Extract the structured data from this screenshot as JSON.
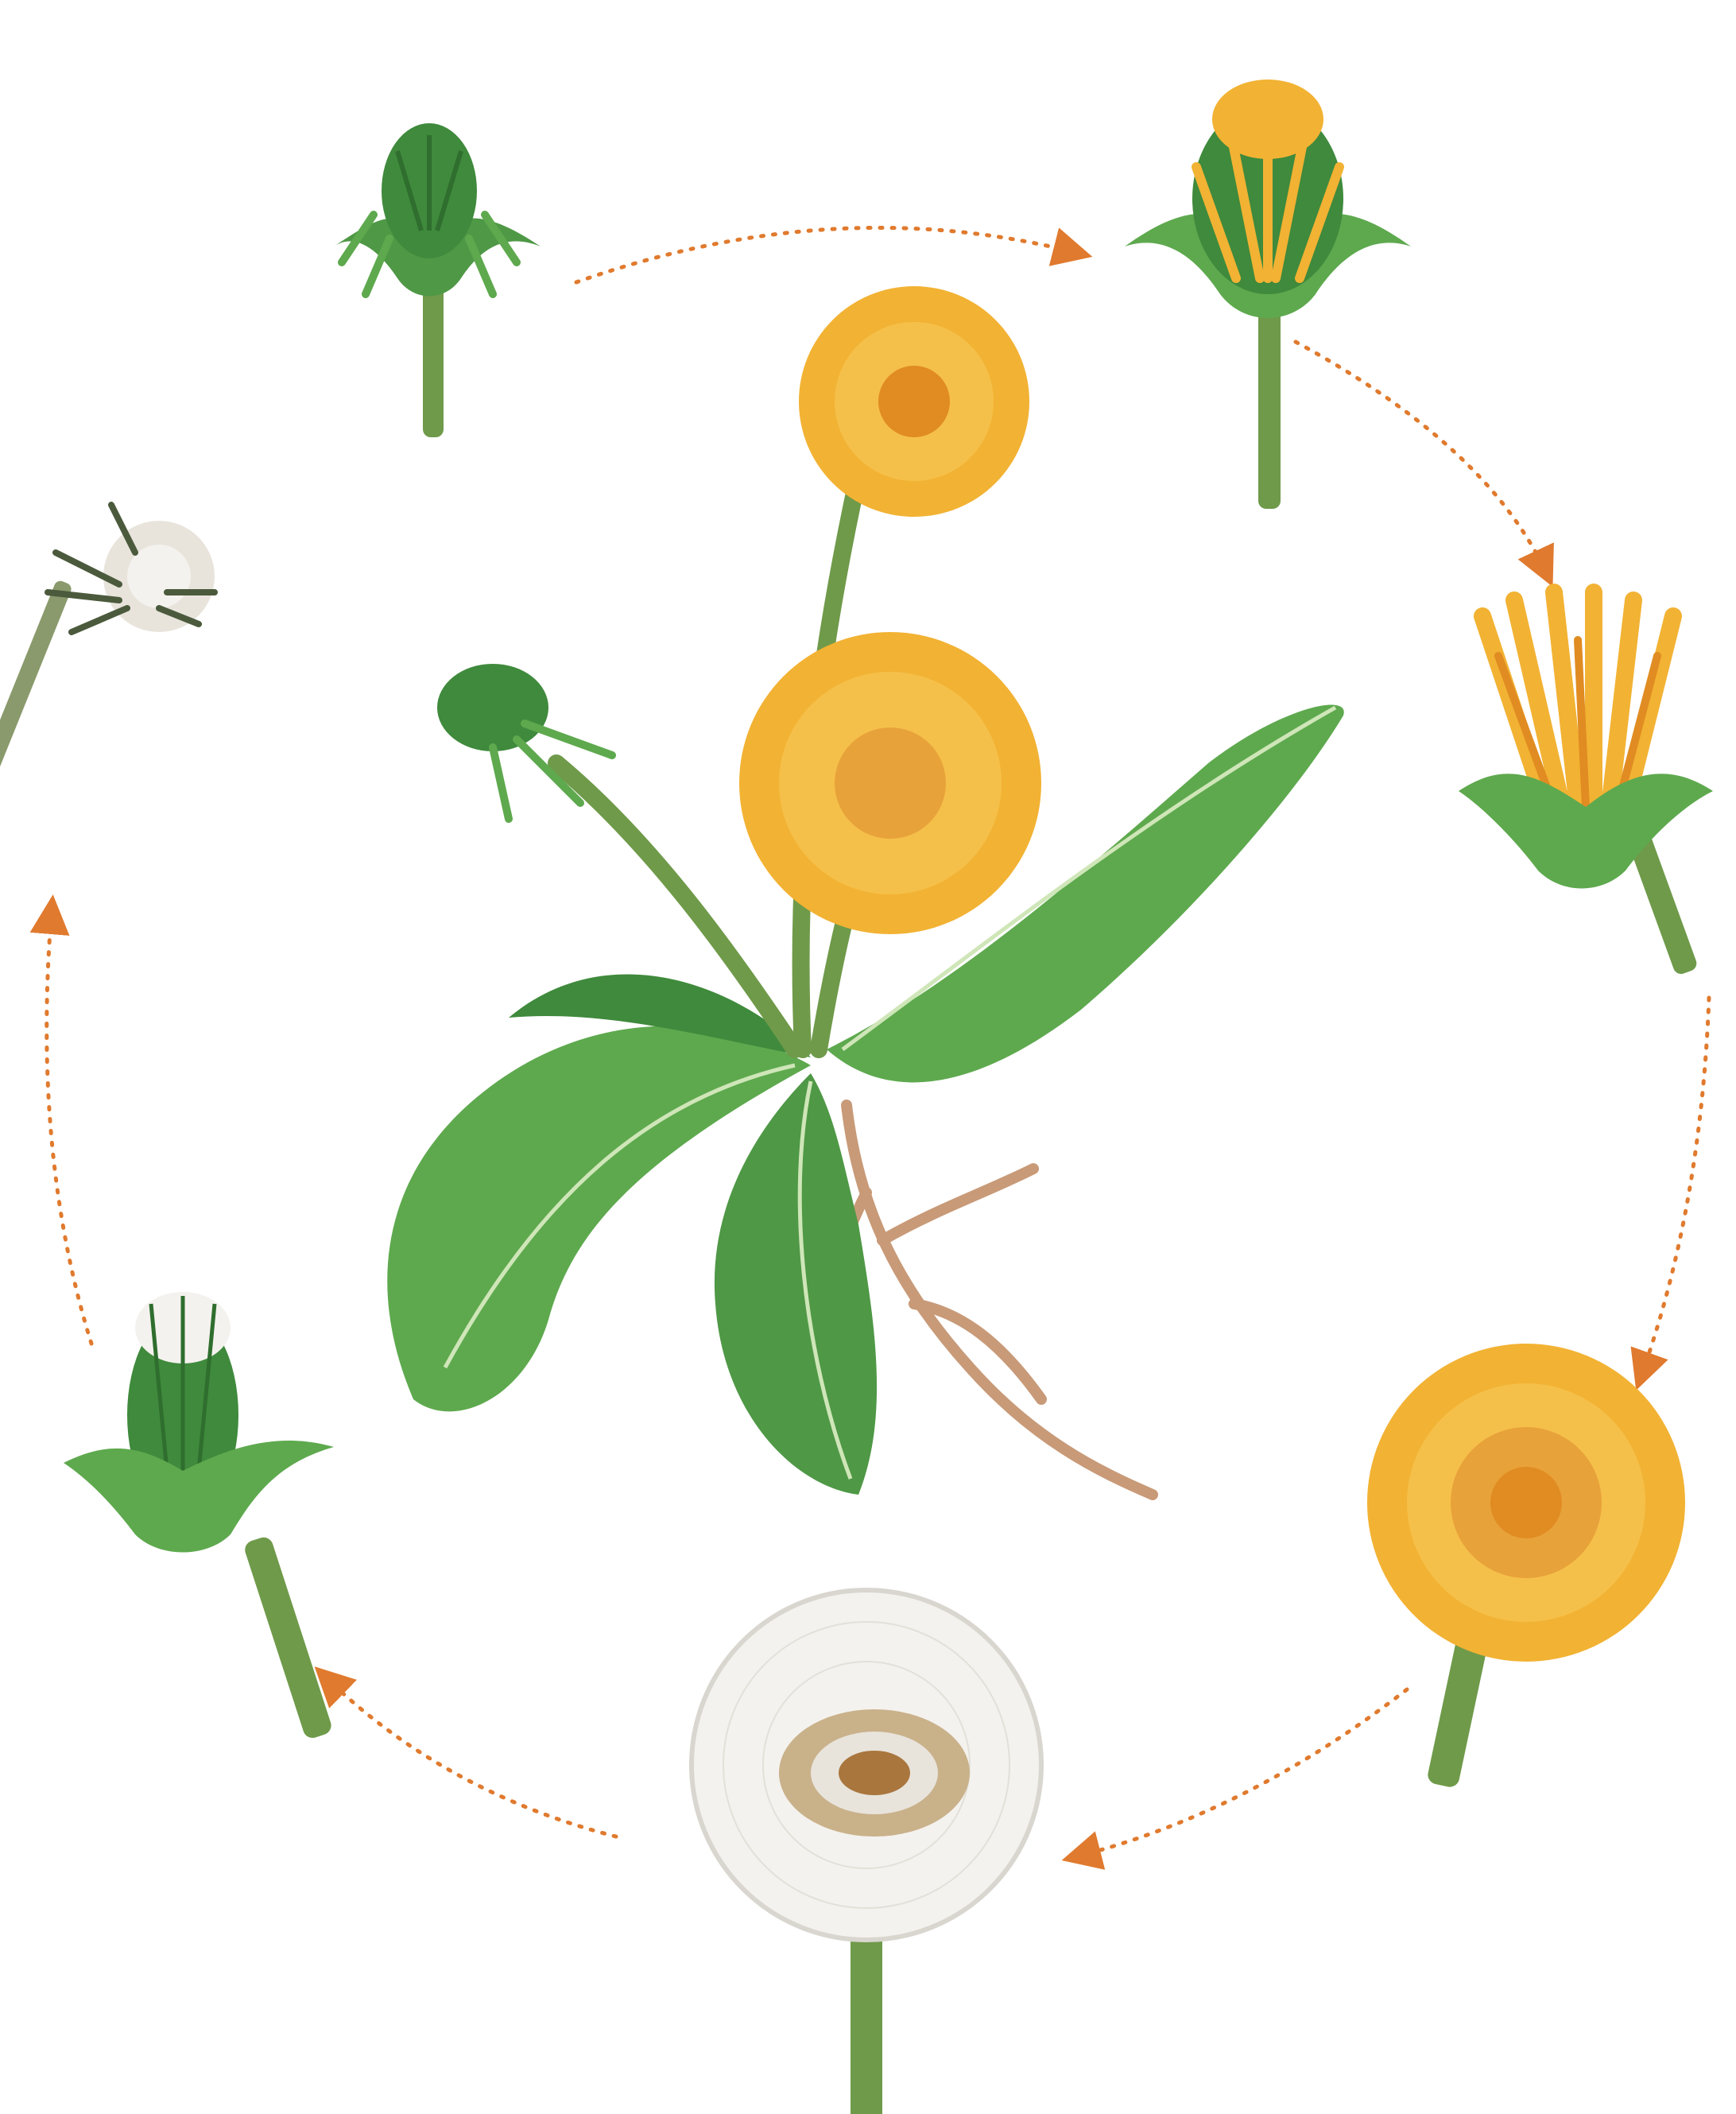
{
  "diagram": {
    "type": "cycle",
    "direction": "clockwise",
    "stages": [
      {
        "id": "closed-bud",
        "icon": "green-bud"
      },
      {
        "id": "opening-bud",
        "icon": "bud-with-yellow-tips"
      },
      {
        "id": "half-open-flower",
        "icon": "half-open-yellow-flower"
      },
      {
        "id": "full-bloom",
        "icon": "yellow-flower-head"
      },
      {
        "id": "seed-head",
        "icon": "dandelion-puffball"
      },
      {
        "id": "closed-seed-bud",
        "icon": "closed-white-tipped-bud"
      },
      {
        "id": "seed-cluster",
        "icon": "small-seed-cluster"
      }
    ],
    "center": {
      "id": "whole-plant",
      "icon": "dandelion-plant-with-roots"
    }
  },
  "colors": {
    "arrow": "#e07a2e",
    "petal": "#f2b233",
    "petal_dark": "#e08c22",
    "leaf": "#5ea94e",
    "leaf_dark": "#3f8a3c",
    "stem": "#6f9a4a",
    "root": "#c89a78",
    "seed": "#e8e4dc",
    "seed_center": "#a9763e"
  }
}
